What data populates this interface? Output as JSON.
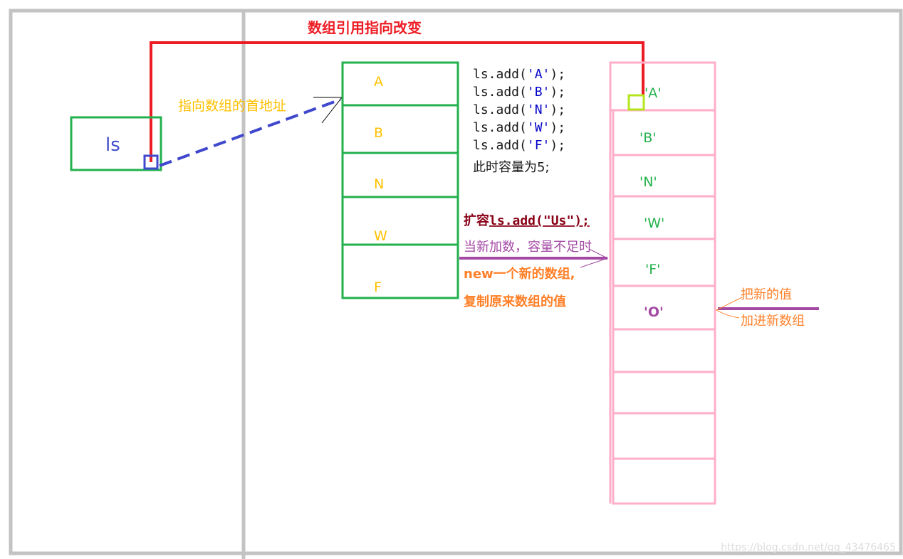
{
  "title": "数组引用指向改变",
  "ls_label": "ls",
  "pointer_label": "指向数组的首地址",
  "old_array": {
    "cells": [
      "A",
      "B",
      "N",
      "W",
      "F"
    ],
    "text_color": "#ffc000",
    "border_color": "#22b14c"
  },
  "code_lines": [
    {
      "prefix": "ls.add(",
      "arg": "'A'",
      "suffix": ");"
    },
    {
      "prefix": "ls.add(",
      "arg": "'B'",
      "suffix": ");"
    },
    {
      "prefix": "ls.add(",
      "arg": "'N'",
      "suffix": ");"
    },
    {
      "prefix": "ls.add(",
      "arg": "'W'",
      "suffix": ");"
    },
    {
      "prefix": "ls.add(",
      "arg": "'F'",
      "suffix": ");"
    }
  ],
  "capacity_note": "此时容量为5;",
  "expand": {
    "label": "扩容",
    "code": "ls.add(\"Us\");",
    "condition": "当新加数，容量不足时",
    "step1": "new一个新的数组,",
    "step2": "复制原来数组的值"
  },
  "new_array": {
    "cells": [
      "'A'",
      "'B'",
      "'N'",
      "'W'",
      "'F'",
      "'O'",
      "",
      "",
      "",
      ""
    ],
    "border_color": "#ffaec9",
    "copied_color": "#22b14c",
    "added_color": "#a349a4"
  },
  "add_note": {
    "line1": "把新的值",
    "line2": "加进新数组"
  },
  "watermark": "https://blog.csdn.net/qq_43476465",
  "colors": {
    "frame": "#c3c3c3",
    "red": "#ed1c24",
    "blue": "#3f48cc",
    "orange": "#ff7f27",
    "dark_red": "#880015",
    "purple": "#a349a4",
    "lime": "#b5e61d",
    "gray_text": "#dcdcdc"
  }
}
